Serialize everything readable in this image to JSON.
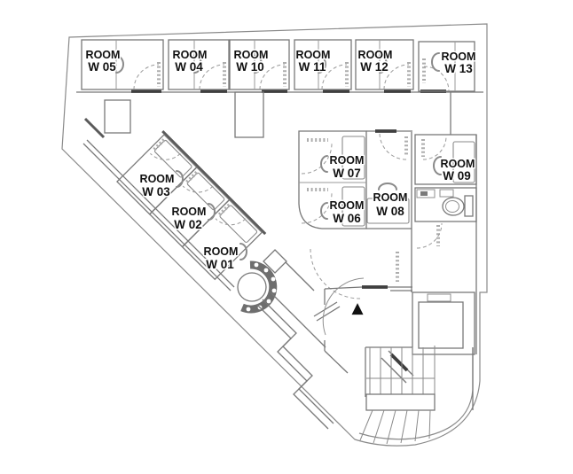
{
  "plan": {
    "label_prefix": "ROOM",
    "rooms": [
      {
        "id": "w05",
        "line1": "ROOM",
        "line2": "W 05"
      },
      {
        "id": "w04",
        "line1": "ROOM",
        "line2": "W 04"
      },
      {
        "id": "w10",
        "line1": "ROOM",
        "line2": "W 10"
      },
      {
        "id": "w11",
        "line1": "ROOM",
        "line2": "W 11"
      },
      {
        "id": "w12",
        "line1": "ROOM",
        "line2": "W 12"
      },
      {
        "id": "w13",
        "line1": "ROOM",
        "line2": "W 13"
      },
      {
        "id": "w03",
        "line1": "ROOM",
        "line2": "W 03"
      },
      {
        "id": "w02",
        "line1": "ROOM",
        "line2": "W 02"
      },
      {
        "id": "w01",
        "line1": "ROOM",
        "line2": "W 01"
      },
      {
        "id": "w07",
        "line1": "ROOM",
        "line2": "W 07"
      },
      {
        "id": "w06",
        "line1": "ROOM",
        "line2": "W 06"
      },
      {
        "id": "w08",
        "line1": "ROOM",
        "line2": "W 08"
      },
      {
        "id": "w09",
        "line1": "ROOM",
        "line2": "W 09"
      }
    ],
    "markers": {
      "entrance_triangle": "▲"
    }
  }
}
